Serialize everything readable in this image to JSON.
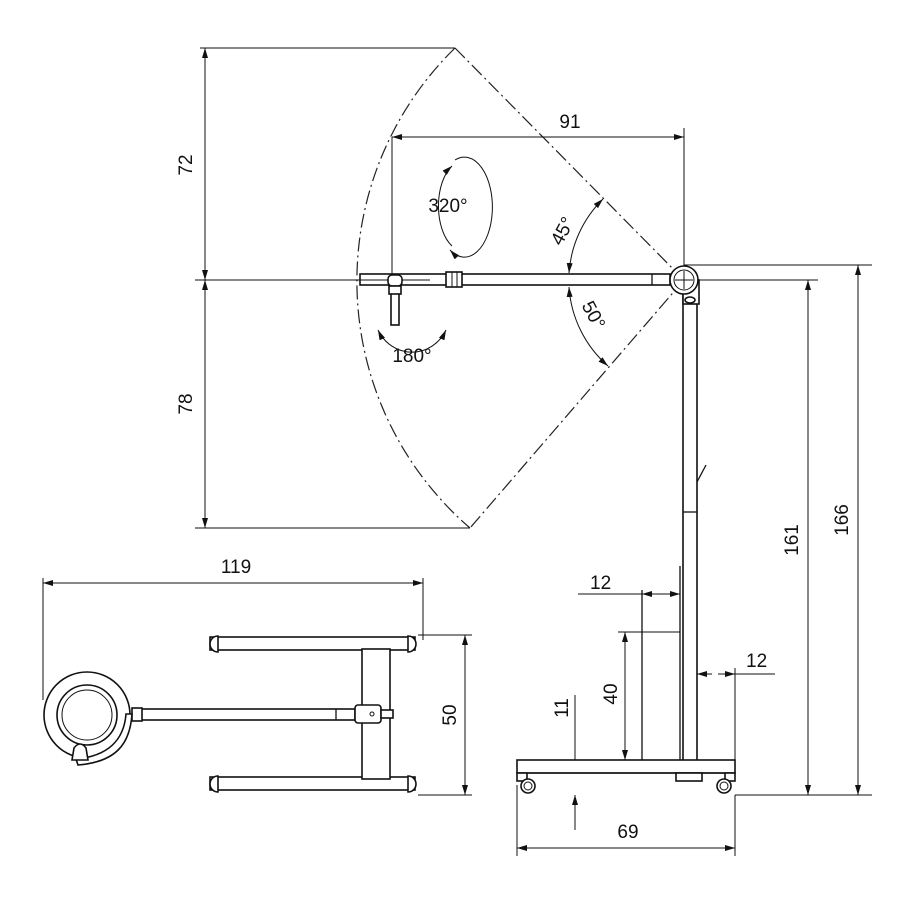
{
  "dimensions": {
    "reach_up": "72",
    "reach_down": "78",
    "arm_length": "91",
    "tilt_up": "45°",
    "tilt_down": "50°",
    "head_rotation": "320°",
    "head_swivel": "180°",
    "total_height_max": "166",
    "pivot_height": "161",
    "column_offset_top": "12",
    "column_offset_side": "12",
    "sleeve_height": "40",
    "base_clearance": "11",
    "base_width": "69",
    "plan_length": "119",
    "plan_width": "50"
  },
  "colors": {
    "line": "#111111",
    "background": "#ffffff"
  }
}
